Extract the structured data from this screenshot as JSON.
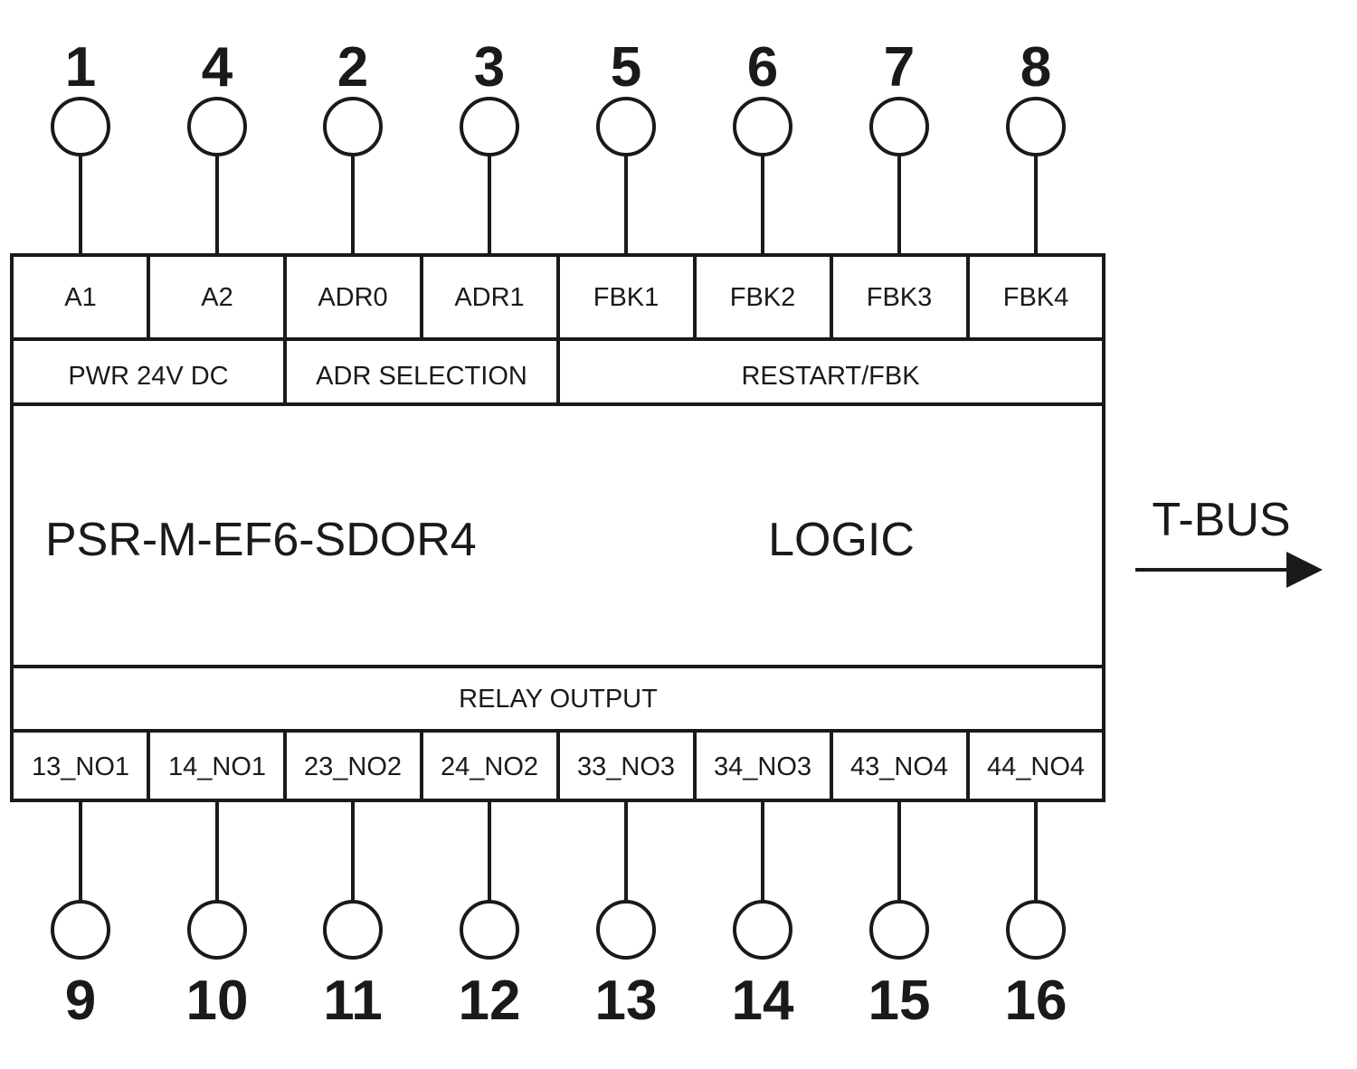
{
  "top_terminals": [
    {
      "number": "1",
      "label": "A1"
    },
    {
      "number": "4",
      "label": "A2"
    },
    {
      "number": "2",
      "label": "ADR0"
    },
    {
      "number": "3",
      "label": "ADR1"
    },
    {
      "number": "5",
      "label": "FBK1"
    },
    {
      "number": "6",
      "label": "FBK2"
    },
    {
      "number": "7",
      "label": "FBK3"
    },
    {
      "number": "8",
      "label": "FBK4"
    }
  ],
  "groups": {
    "power": "PWR 24V DC",
    "address": "ADR SELECTION",
    "restart": "RESTART/FBK"
  },
  "module": {
    "name": "PSR-M-EF6-SDOR4",
    "logic": "LOGIC",
    "relay_output": "RELAY OUTPUT"
  },
  "bus": {
    "label": "T-BUS"
  },
  "bottom_terminals": [
    {
      "number": "9",
      "label": "13_NO1"
    },
    {
      "number": "10",
      "label": "14_NO1"
    },
    {
      "number": "11",
      "label": "23_NO2"
    },
    {
      "number": "12",
      "label": "24_NO2"
    },
    {
      "number": "13",
      "label": "33_NO3"
    },
    {
      "number": "14",
      "label": "34_NO3"
    },
    {
      "number": "15",
      "label": "43_NO4"
    },
    {
      "number": "16",
      "label": "44_NO4"
    }
  ]
}
